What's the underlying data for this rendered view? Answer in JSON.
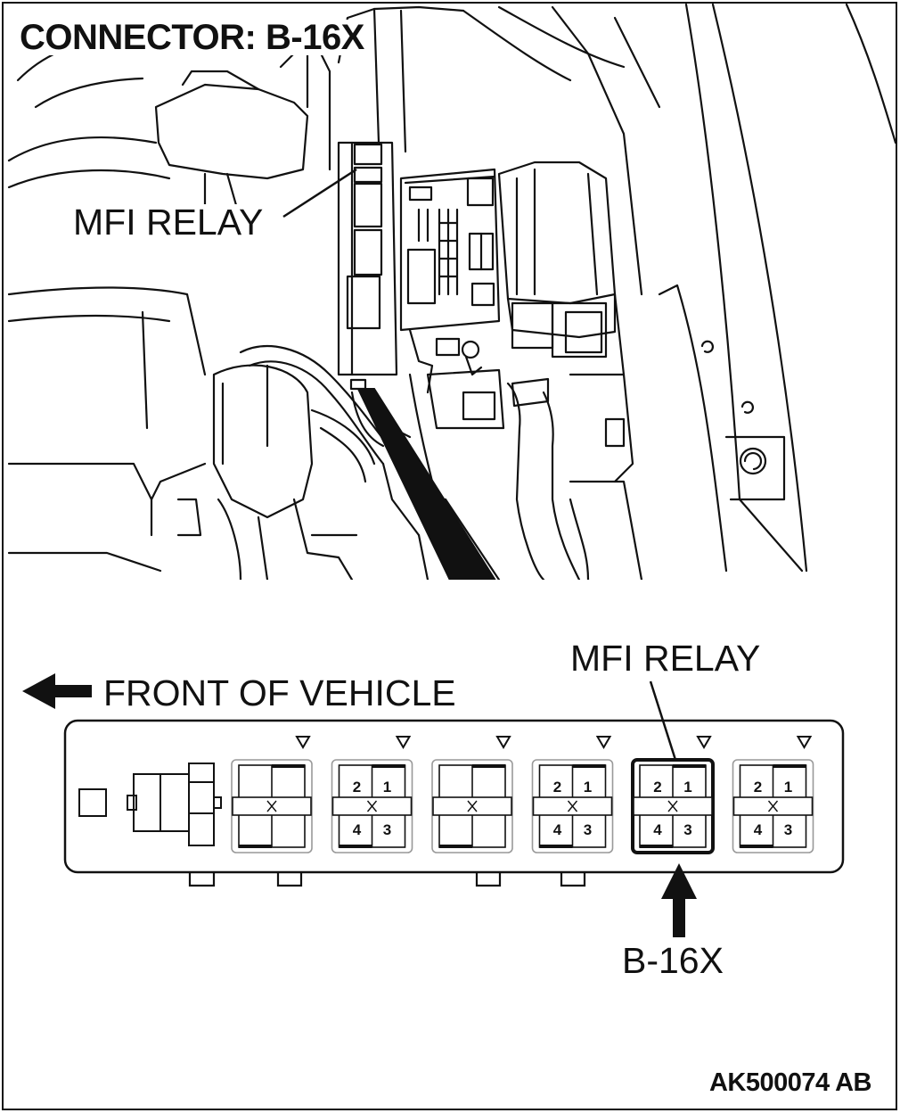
{
  "title": "CONNECTOR: B-16X",
  "labels": {
    "relay_top": "MFI RELAY",
    "relay_bottom": "MFI RELAY",
    "front": "FRONT OF VEHICLE",
    "connector": "B-16X",
    "figure_code": "AK500074 AB"
  },
  "relay_block": {
    "slots": [
      {
        "pins": []
      },
      {
        "pins": [
          "2",
          "1",
          "4",
          "3"
        ]
      },
      {
        "pins": []
      },
      {
        "pins": [
          "2",
          "1",
          "4",
          "3"
        ]
      },
      {
        "pins": [
          "2",
          "1",
          "4",
          "3"
        ],
        "highlighted": true
      },
      {
        "pins": [
          "2",
          "1",
          "4",
          "3"
        ]
      }
    ]
  },
  "colors": {
    "ink": "#111111",
    "background": "#ffffff"
  }
}
